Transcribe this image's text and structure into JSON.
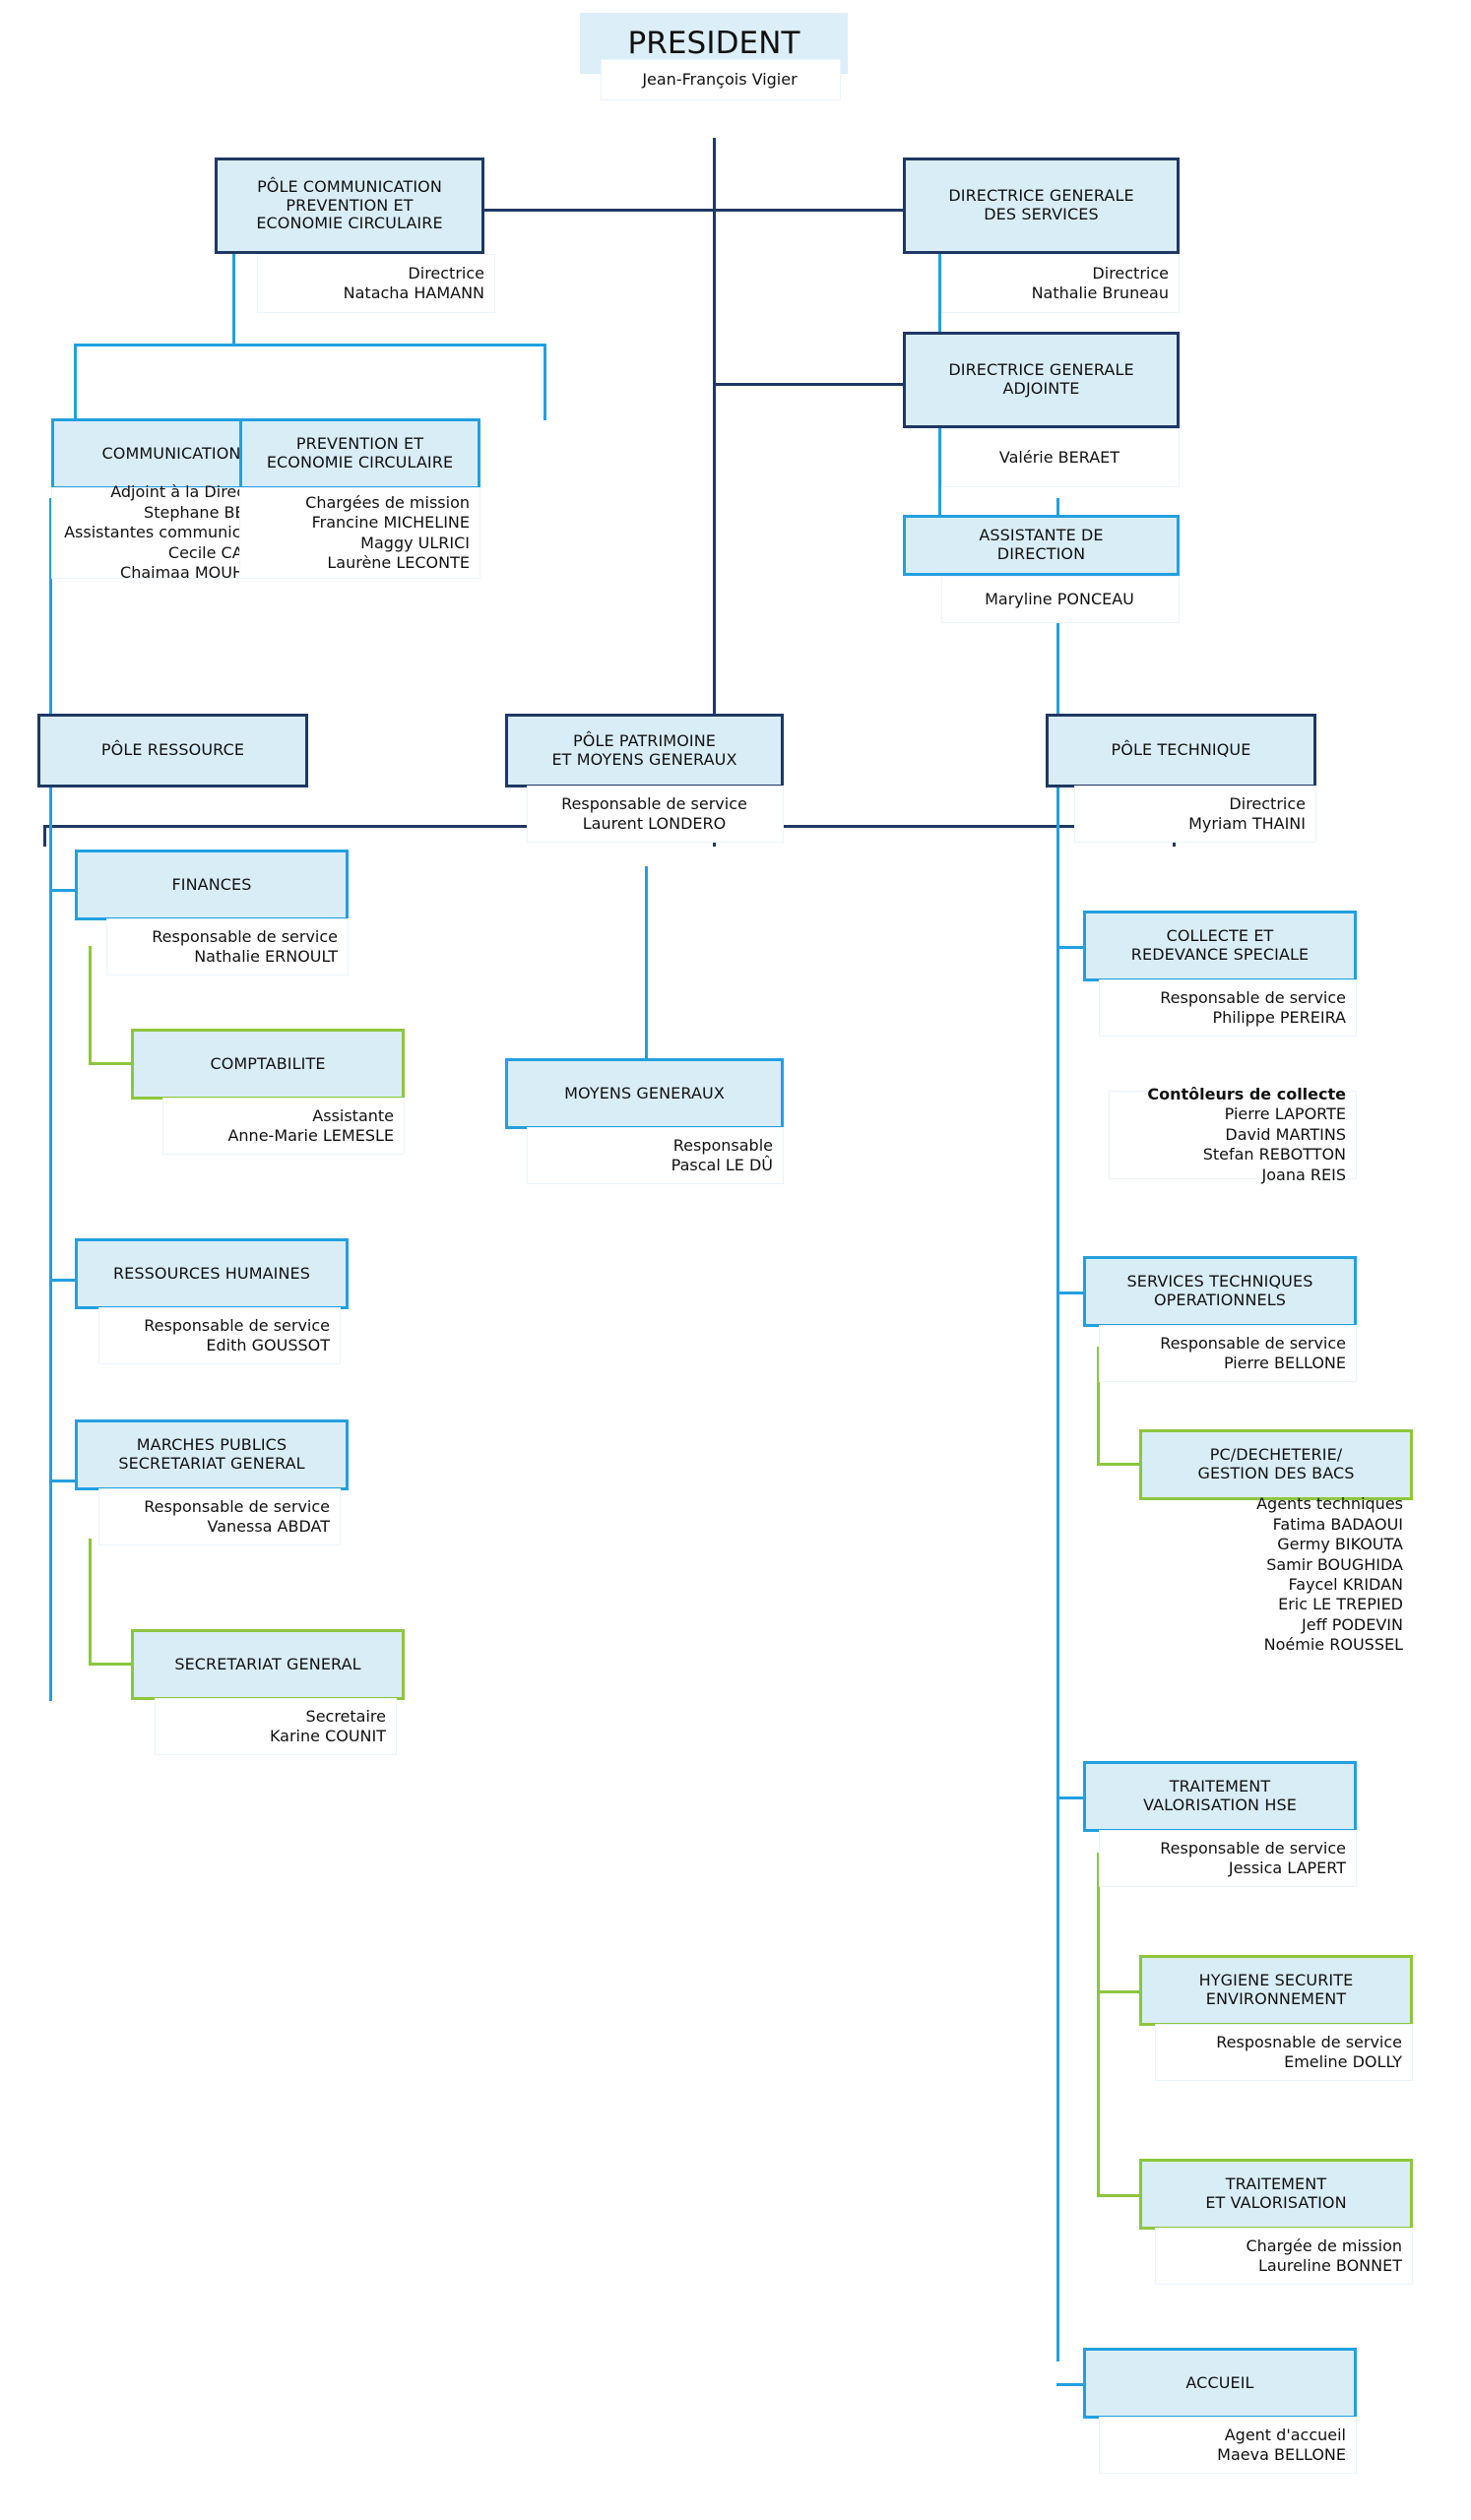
{
  "org": {
    "president": {
      "title": "PRESIDENT",
      "name": "Jean-François Vigier"
    },
    "pole_communication": {
      "title": "PÔLE COMMUNICATION\nPREVENTION ET\nECONOMIE CIRCULAIRE",
      "title_l1": "PÔLE COMMUNICATION",
      "title_l2": "PREVENTION ET",
      "title_l3": "ECONOMIE CIRCULAIRE",
      "role": "Directrice",
      "name": "Natacha HAMANN"
    },
    "communication": {
      "title": "COMMUNICATION",
      "people": [
        "Adjoint à la Directrice",
        "Stephane BERTIN",
        "Assistantes communication",
        "Cecile CARTAL",
        "Chaimaa MOUHSSIN"
      ]
    },
    "prevention": {
      "title_l1": "PREVENTION ET",
      "title_l2": "ECONOMIE CIRCULAIRE",
      "people": [
        "Chargées de mission",
        "Francine MICHELINE",
        "Maggy ULRICI",
        "Laurène LECONTE"
      ]
    },
    "dgs": {
      "title_l1": "DIRECTRICE GENERALE",
      "title_l2": "DES SERVICES",
      "role": "Directrice",
      "name": "Nathalie Bruneau"
    },
    "dga": {
      "title_l1": "DIRECTRICE GENERALE",
      "title_l2": "ADJOINTE",
      "name": "Valérie BERAET"
    },
    "assistante_direction": {
      "title_l1": "ASSISTANTE DE",
      "title_l2": "DIRECTION",
      "name": "Maryline PONCEAU"
    },
    "pole_ressource": {
      "title": "PÔLE RESSOURCE"
    },
    "finances": {
      "title": "FINANCES",
      "role": "Responsable de service",
      "name": "Nathalie ERNOULT"
    },
    "comptabilite": {
      "title": "COMPTABILITE",
      "role": "Assistante",
      "name": "Anne-Marie LEMESLE"
    },
    "ressources_humaines": {
      "title": "RESSOURCES HUMAINES",
      "role": "Responsable de service",
      "name": "Edith GOUSSOT"
    },
    "marches_publics": {
      "title_l1": "MARCHES PUBLICS",
      "title_l2": "SECRETARIAT GENERAL",
      "role": "Responsable de service",
      "name": "Vanessa ABDAT"
    },
    "secretariat_general": {
      "title": "SECRETARIAT GENERAL",
      "role": "Secretaire",
      "name": "Karine COUNIT"
    },
    "pole_patrimoine": {
      "title_l1": "PÔLE PATRIMOINE",
      "title_l2": "ET MOYENS GENERAUX",
      "role": "Responsable de service",
      "name": "Laurent LONDERO"
    },
    "moyens_generaux": {
      "title": "MOYENS GENERAUX",
      "role": "Responsable",
      "name": "Pascal LE DÛ"
    },
    "pole_technique": {
      "title": "PÔLE TECHNIQUE",
      "role": "Directrice",
      "name": "Myriam THAINI"
    },
    "collecte": {
      "title_l1": "COLLECTE ET",
      "title_l2": "REDEVANCE SPECIALE",
      "role": "Responsable de service",
      "name": "Philippe PEREIRA"
    },
    "controleurs": {
      "heading": "Contôleurs de collecte",
      "people": [
        "Pierre LAPORTE",
        "David MARTINS",
        "Stefan REBOTTON",
        "Joana REIS"
      ]
    },
    "services_techniques": {
      "title_l1": "SERVICES TECHNIQUES",
      "title_l2": "OPERATIONNELS",
      "role": "Responsable de service",
      "name": "Pierre BELLONE"
    },
    "pc_decheterie": {
      "title_l1": "PC/DECHETERIE/",
      "title_l2": "GESTION DES BACS",
      "people": [
        "Agents techniques",
        "Fatima BADAOUI",
        "Germy BIKOUTA",
        "Samir BOUGHIDA",
        "Faycel KRIDAN",
        "Eric LE TREPIED",
        "Jeff PODEVIN",
        "Noémie ROUSSEL"
      ]
    },
    "traitement_hse": {
      "title_l1": "TRAITEMENT",
      "title_l2": "VALORISATION HSE",
      "role": "Responsable de service",
      "name": "Jessica LAPERT"
    },
    "hygiene": {
      "title_l1": "HYGIENE SECURITE",
      "title_l2": "ENVIRONNEMENT",
      "role": "Resposnable de service",
      "name": "Emeline DOLLY"
    },
    "traitement_valorisation": {
      "title_l1": "TRAITEMENT",
      "title_l2": "ET VALORISATION",
      "role": "Chargée de mission",
      "name": "Laureline BONNET"
    },
    "accueil": {
      "title": "ACCUEIL",
      "role": "Agent d'accueil",
      "name": "Maeva BELLONE"
    }
  },
  "colors": {
    "box_fill": "#D9EDF7",
    "border_dark": "#1F3864",
    "border_cyan": "#22A0E0",
    "border_green": "#8DC63F",
    "text": "#111111",
    "tag_fill": "#FFFFFF"
  }
}
